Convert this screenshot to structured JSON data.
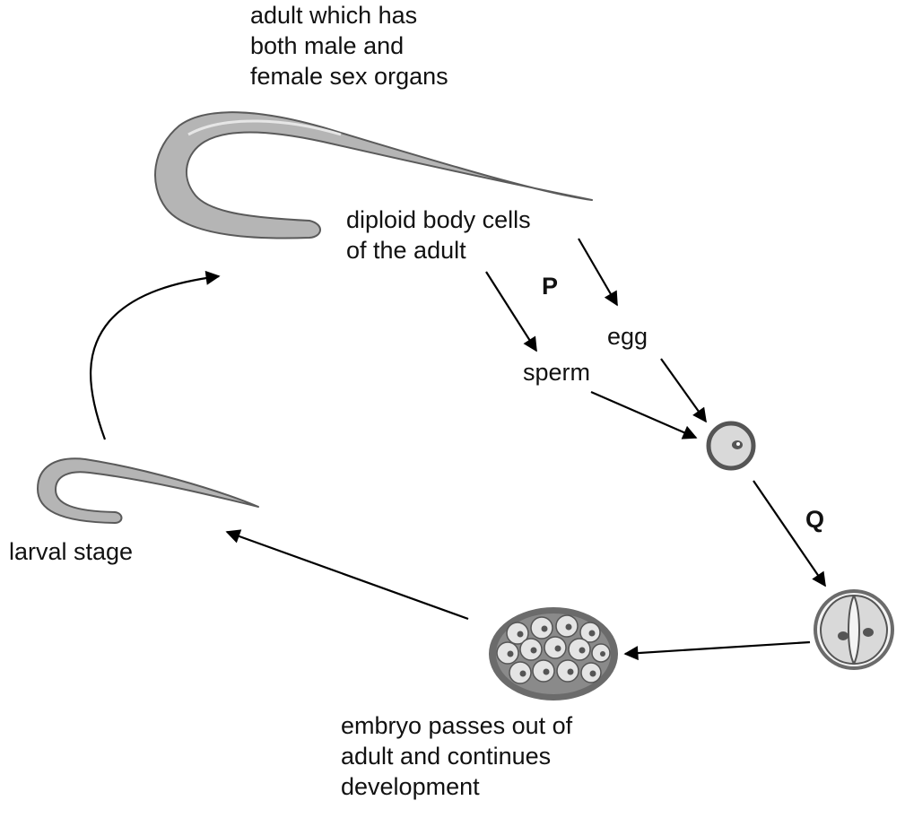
{
  "labels": {
    "adult": "adult which has\nboth male and\nfemale sex organs",
    "diploid": "diploid body cells\nof the adult",
    "p": "P",
    "egg": "egg",
    "sperm": "sperm",
    "q": "Q",
    "larval": "larval stage",
    "embryo": "embryo passes out of\nadult and continues\ndevelopment"
  },
  "colors": {
    "worm_fill": "#b5b5b5",
    "worm_stroke": "#5a5a5a",
    "cell_fill": "#d9d9d9",
    "cell_border": "#555555",
    "embryo_outer": "#6b6b6b",
    "arrow": "#000000"
  }
}
